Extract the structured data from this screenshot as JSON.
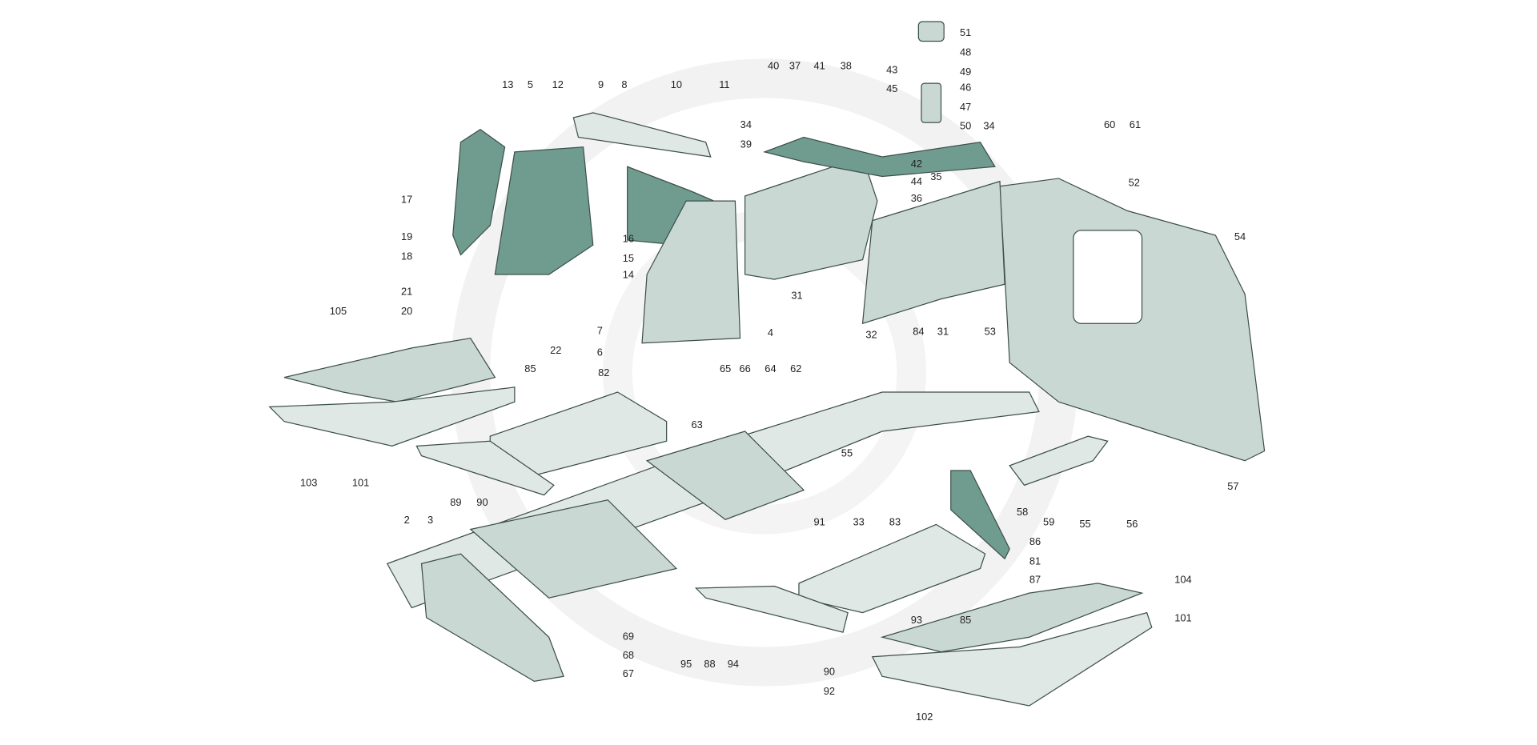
{
  "diagram": {
    "type": "exploded parts diagram",
    "colors": {
      "part_fill": "#c9d8d3",
      "part_dark": "#6f9c8f",
      "outline": "#3d4f4a",
      "watermark": "#f0f0f0"
    },
    "callouts": [
      "51",
      "48",
      "49",
      "46",
      "47",
      "50",
      "34",
      "43",
      "45",
      "42",
      "44",
      "35",
      "36",
      "40",
      "37",
      "41",
      "38",
      "34",
      "39",
      "10",
      "11",
      "9",
      "8",
      "12",
      "5",
      "13",
      "17",
      "19",
      "16",
      "15",
      "14",
      "18",
      "21",
      "20",
      "22",
      "7",
      "6",
      "4",
      "31",
      "32",
      "84",
      "31",
      "53",
      "60",
      "61",
      "52",
      "54",
      "57",
      "105",
      "85",
      "82",
      "65",
      "66",
      "64",
      "62",
      "63",
      "55",
      "33",
      "83",
      "58",
      "59",
      "55",
      "56",
      "103",
      "101",
      "89",
      "90",
      "2",
      "3",
      "91",
      "86",
      "81",
      "87",
      "104",
      "101",
      "85",
      "93",
      "69",
      "68",
      "67",
      "95",
      "88",
      "94",
      "90",
      "92",
      "102"
    ]
  }
}
